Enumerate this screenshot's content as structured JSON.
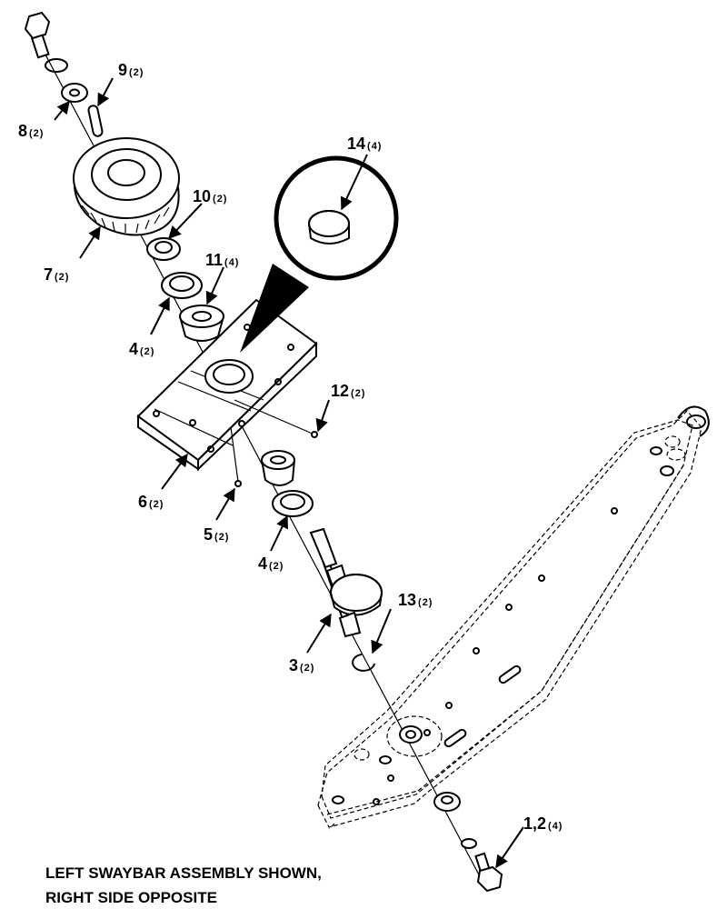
{
  "caption": {
    "line1": "LEFT SWAYBAR ASSEMBLY SHOWN,",
    "line2": "RIGHT SIDE OPPOSITE"
  },
  "callouts": [
    {
      "id": "c9",
      "num": "9",
      "qty": "(2)"
    },
    {
      "id": "c8",
      "num": "8",
      "qty": "(2)"
    },
    {
      "id": "c14",
      "num": "14",
      "qty": "(4)"
    },
    {
      "id": "c10",
      "num": "10",
      "qty": "(2)"
    },
    {
      "id": "c7",
      "num": "7",
      "qty": "(2)"
    },
    {
      "id": "c11",
      "num": "11",
      "qty": "(4)"
    },
    {
      "id": "c4a",
      "num": "4",
      "qty": "(2)"
    },
    {
      "id": "c12",
      "num": "12",
      "qty": "(2)"
    },
    {
      "id": "c6",
      "num": "6",
      "qty": "(2)"
    },
    {
      "id": "c5",
      "num": "5",
      "qty": "(2)"
    },
    {
      "id": "c4b",
      "num": "4",
      "qty": "(2)"
    },
    {
      "id": "c13",
      "num": "13",
      "qty": "(2)"
    },
    {
      "id": "c3",
      "num": "3",
      "qty": "(2)"
    },
    {
      "id": "c12b",
      "num": "1,2",
      "qty": "(4)"
    }
  ]
}
